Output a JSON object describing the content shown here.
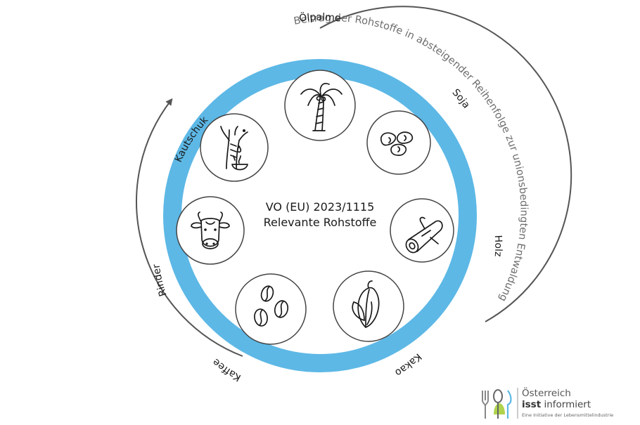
{
  "diagram": {
    "center": {
      "line1": "VO (EU) 2023/1115",
      "line2": "Relevante Rohstoffe"
    },
    "ring_color": "#5DB8E6",
    "arc_caption": "Beitrag der Rohstoffe in absteigender Reihenfolge zur unionsbedingten Entwaldung",
    "commodities": [
      {
        "label": "Ölpalme",
        "icon": "palm-tree-icon"
      },
      {
        "label": "Soja",
        "icon": "soybeans-icon"
      },
      {
        "label": "Holz",
        "icon": "wood-log-icon"
      },
      {
        "label": "Kakao",
        "icon": "cocoa-pod-icon"
      },
      {
        "label": "Kaffee",
        "icon": "coffee-beans-icon"
      },
      {
        "label": "Rinder",
        "icon": "cow-icon"
      },
      {
        "label": "Kautschuk",
        "icon": "rubber-tree-icon"
      }
    ]
  },
  "logo": {
    "line1": "Österreich",
    "line2_bold": "isst",
    "line2_rest": " informiert",
    "line3": "Eine Initiative der Lebensmittelindustrie"
  }
}
